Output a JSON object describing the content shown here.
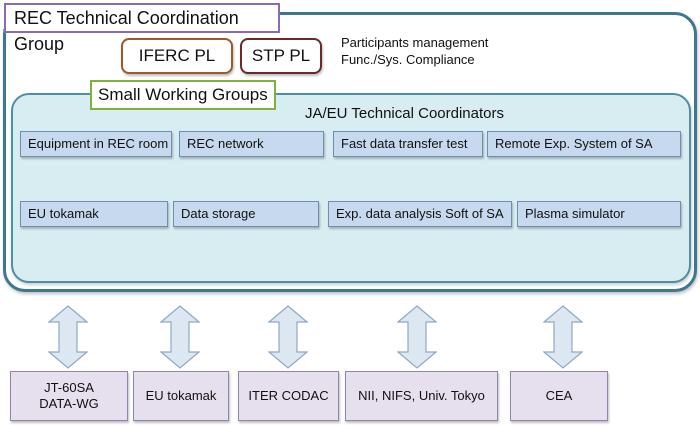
{
  "title": "REC Technical Coordination Group",
  "pl_boxes": [
    "IFERC PL",
    "STP PL"
  ],
  "participants": [
    "Participants management",
    "Func./Sys. Compliance"
  ],
  "small_working_groups": "Small Working Groups",
  "coordinators": "JA/EU Technical Coordinators",
  "working_groups": {
    "row1": [
      "Equipment in REC room",
      "REC network",
      "Fast data transfer test",
      "Remote Exp. System of SA"
    ],
    "row2": [
      "EU tokamak",
      "Data storage",
      "Exp. data analysis Soft of SA",
      "Plasma simulator"
    ]
  },
  "bottom_boxes": [
    "JT-60SA\nDATA-WG",
    "EU tokamak",
    "ITER CODAC",
    "NII, NIFS, Univ. Tokyo",
    "CEA"
  ],
  "colors": {
    "outer_border": "#3b7891",
    "title_border": "#8a6ab0",
    "swg_fill": "#d8edf2",
    "swg_label_border": "#7fb23a",
    "item_fill": "#c6d9ee",
    "bottom_fill": "#e6e0ee",
    "arrow_fill": "#dde7f2"
  }
}
